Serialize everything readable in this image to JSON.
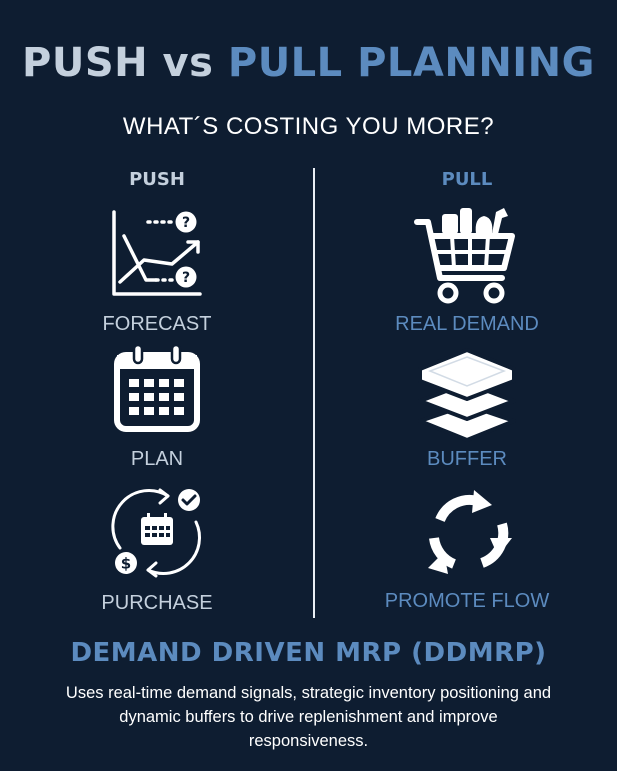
{
  "title": {
    "push": "PUSH",
    "vs": "vs",
    "pull": "PULL PLANNING"
  },
  "subtitle": "WHAT´S COSTING YOU MORE?",
  "columns": {
    "push": {
      "heading": "PUSH",
      "items": [
        {
          "label": "FORECAST",
          "icon": "forecast-chart-icon"
        },
        {
          "label": "PLAN",
          "icon": "calendar-icon"
        },
        {
          "label": "PURCHASE",
          "icon": "purchase-cycle-icon"
        }
      ]
    },
    "pull": {
      "heading": "PULL",
      "items": [
        {
          "label": "REAL DEMAND",
          "icon": "shopping-cart-icon"
        },
        {
          "label": "BUFFER",
          "icon": "layers-icon"
        },
        {
          "label": "PROMOTE FLOW",
          "icon": "refresh-arrows-icon"
        }
      ]
    }
  },
  "footer": {
    "heading": "DEMAND DRIVEN MRP (DDMRP)",
    "description": "Uses real-time demand signals, strategic inventory positioning and dynamic buffers to drive replenishment and improve responsiveness."
  },
  "colors": {
    "background": "#0e1d31",
    "push": "#c4d0dd",
    "pull": "#5c8bbf",
    "text": "#ffffff"
  }
}
